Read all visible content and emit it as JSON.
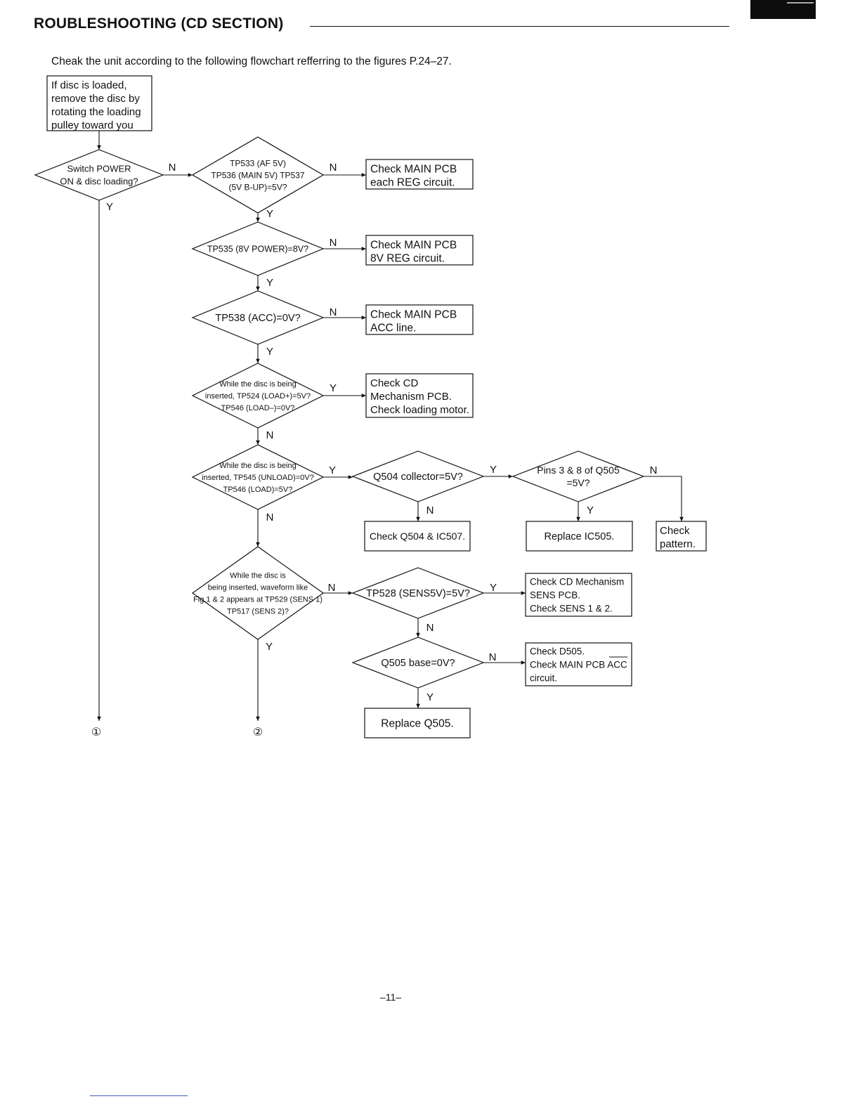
{
  "header": {
    "title": "ROUBLESHOOTING (CD SECTION)",
    "intro": "Cheak the unit according to the following flowchart refferring to the figures P.24–27."
  },
  "flowchart": {
    "start_box": [
      "If disc is loaded,",
      "remove the disc by",
      "rotating the loading",
      "pulley toward you"
    ],
    "decisions": {
      "switch_power": [
        "Switch POWER",
        "ON & disc loading?"
      ],
      "tp533": [
        "TP533 (AF 5V)",
        "TP536 (MAIN 5V) TP537",
        "(5V B-UP)=5V?"
      ],
      "tp535": [
        "TP535 (8V POWER)=8V?"
      ],
      "tp538": [
        "TP538 (ACC)=0V?"
      ],
      "load_plus": [
        "While the disc is being",
        "inserted, TP524 (LOAD+)=5V?",
        "TP546 (LOAD–)=0V?"
      ],
      "unload": [
        "While the disc is being",
        "inserted, TP545 (UNLOAD)=0V?",
        "TP546 (LOAD)=5V?"
      ],
      "q504": [
        "Q504 collector=5V?"
      ],
      "pins_q505": [
        "Pins 3 & 8 of Q505",
        "=5V?"
      ],
      "waveform": [
        "While the disc is",
        "being inserted, waveform like",
        "Fig.1 & 2 appears at TP529 (SENS 1)",
        "TP517 (SENS 2)?"
      ],
      "tp528": [
        "TP528 (SENS5V)=5V?"
      ],
      "q505_base": [
        "Q505 base=0V?"
      ]
    },
    "actions": {
      "reg_circuit": [
        "Check MAIN PCB",
        "each REG circuit."
      ],
      "reg_8v": [
        "Check MAIN PCB",
        "8V REG circuit."
      ],
      "acc_line": [
        "Check MAIN PCB",
        "ACC line."
      ],
      "cd_mechanism": [
        "Check CD",
        "Mechanism PCB.",
        "Check loading motor."
      ],
      "q504_ic507": [
        "Check Q504 & IC507."
      ],
      "ic505": [
        "Replace IC505."
      ],
      "pattern": [
        "Check",
        "pattern."
      ],
      "sens_pcb": [
        "Check CD Mechanism",
        "SENS PCB.",
        "Check SENS 1 & 2."
      ],
      "d505": [
        "Check D505.",
        "Check MAIN PCB ACC",
        "circuit."
      ],
      "replace_q505": [
        "Replace Q505."
      ]
    },
    "branch_labels": {
      "yes": "Y",
      "no": "N"
    },
    "connectors": [
      "①",
      "②"
    ]
  },
  "page": {
    "number": "–11–"
  }
}
